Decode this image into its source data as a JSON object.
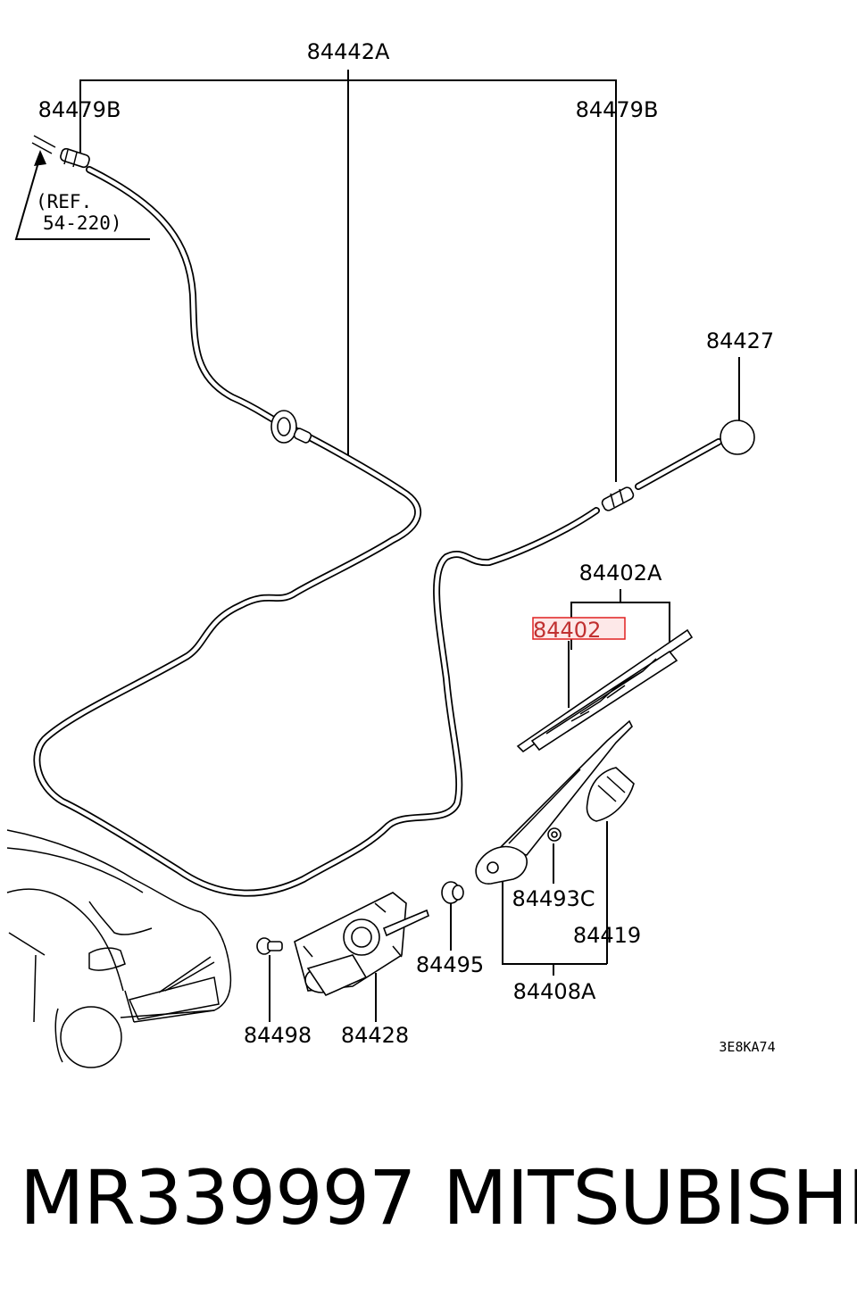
{
  "labels": {
    "hose_assembly": "84442A",
    "joint_left": "84479B",
    "joint_right": "84479B",
    "ref_line1": "(REF.",
    "ref_line2": "54-220)",
    "nozzle": "84427",
    "blade_assembly": "84402A",
    "blade_highlighted": "84402",
    "nut": "84493C",
    "cap": "84419",
    "arm_assembly": "84408A",
    "grommet": "84495",
    "grommet_small": "84498",
    "motor": "84428",
    "diagram_code": "3E8KA74"
  },
  "highlight_color": "#e02020",
  "footer": {
    "part_number": "MR339997",
    "brand": "MITSUBISHI"
  }
}
